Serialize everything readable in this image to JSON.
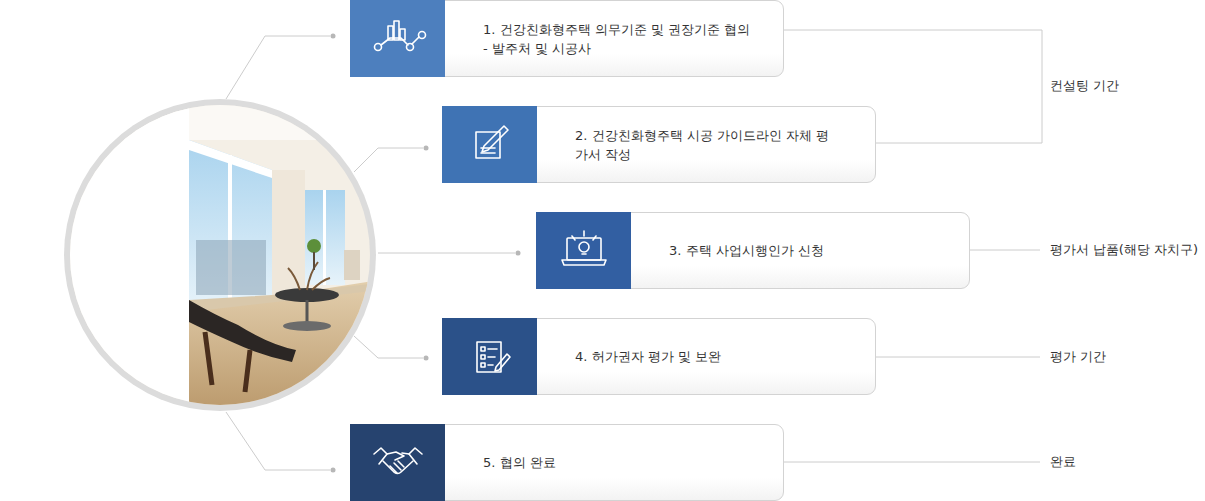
{
  "diagram": {
    "nodes": [
      {
        "text": [
          "1. 건강친화형주택 의무기준 및 권장기준 협의",
          "- 발주처 및 시공사"
        ]
      },
      {
        "text": [
          "2. 건강친화형주택 시공 가이드라인 자체 평가서 작성"
        ]
      },
      {
        "text": [
          "3. 주택 사업시행인가 신청"
        ]
      },
      {
        "text": [
          "4. 허가권자 평가 및 보완"
        ]
      },
      {
        "text": [
          "5. 협의 완료"
        ]
      }
    ],
    "labels": [
      "컨설팅 기간",
      "평가서 납품(해당 자치구)",
      "평가 기간",
      "완료"
    ]
  }
}
